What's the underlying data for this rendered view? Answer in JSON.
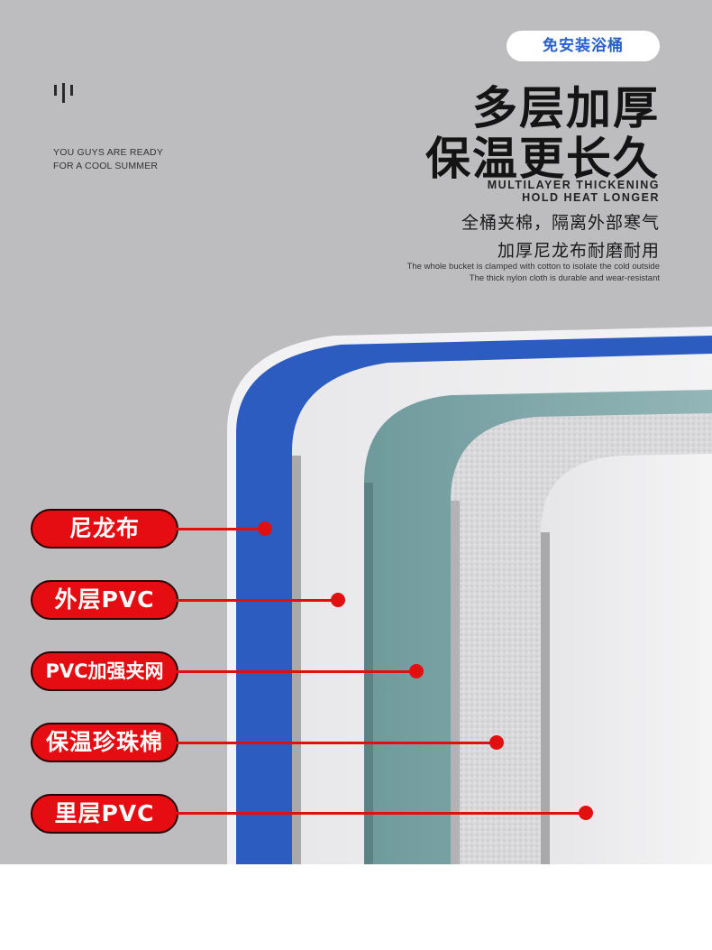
{
  "header": {
    "logo_icon": "bar-logo-icon",
    "tagline": [
      "YOU GUYS ARE READY",
      "FOR A COOL SUMMER"
    ],
    "pill_label": "免安装浴桶",
    "title_line1": "多层加厚",
    "title_line2": "保温更长久",
    "english_heading": [
      "MULTILAYER THICKENING",
      "HOLD HEAT LONGER"
    ],
    "cn_subline1": "全桶夹棉，隔离外部寒气",
    "cn_subline2": "加厚尼龙布耐磨耐用",
    "english_subline1": "The whole bucket is clamped with cotton to isolate the cold outside",
    "english_subline2": "The thick nylon cloth is durable and wear-resistant"
  },
  "layers": [
    {
      "label": "尼龙布"
    },
    {
      "label": "外层PVC"
    },
    {
      "label": "PVC加强夹网"
    },
    {
      "label": "保温珍珠棉"
    },
    {
      "label": "里层PVC"
    }
  ],
  "colors": {
    "background": "#bdbdbf",
    "accent_red": "#e60d12",
    "nylon_blue": "#2d5cc0",
    "pill_text": "#2a62c9"
  }
}
